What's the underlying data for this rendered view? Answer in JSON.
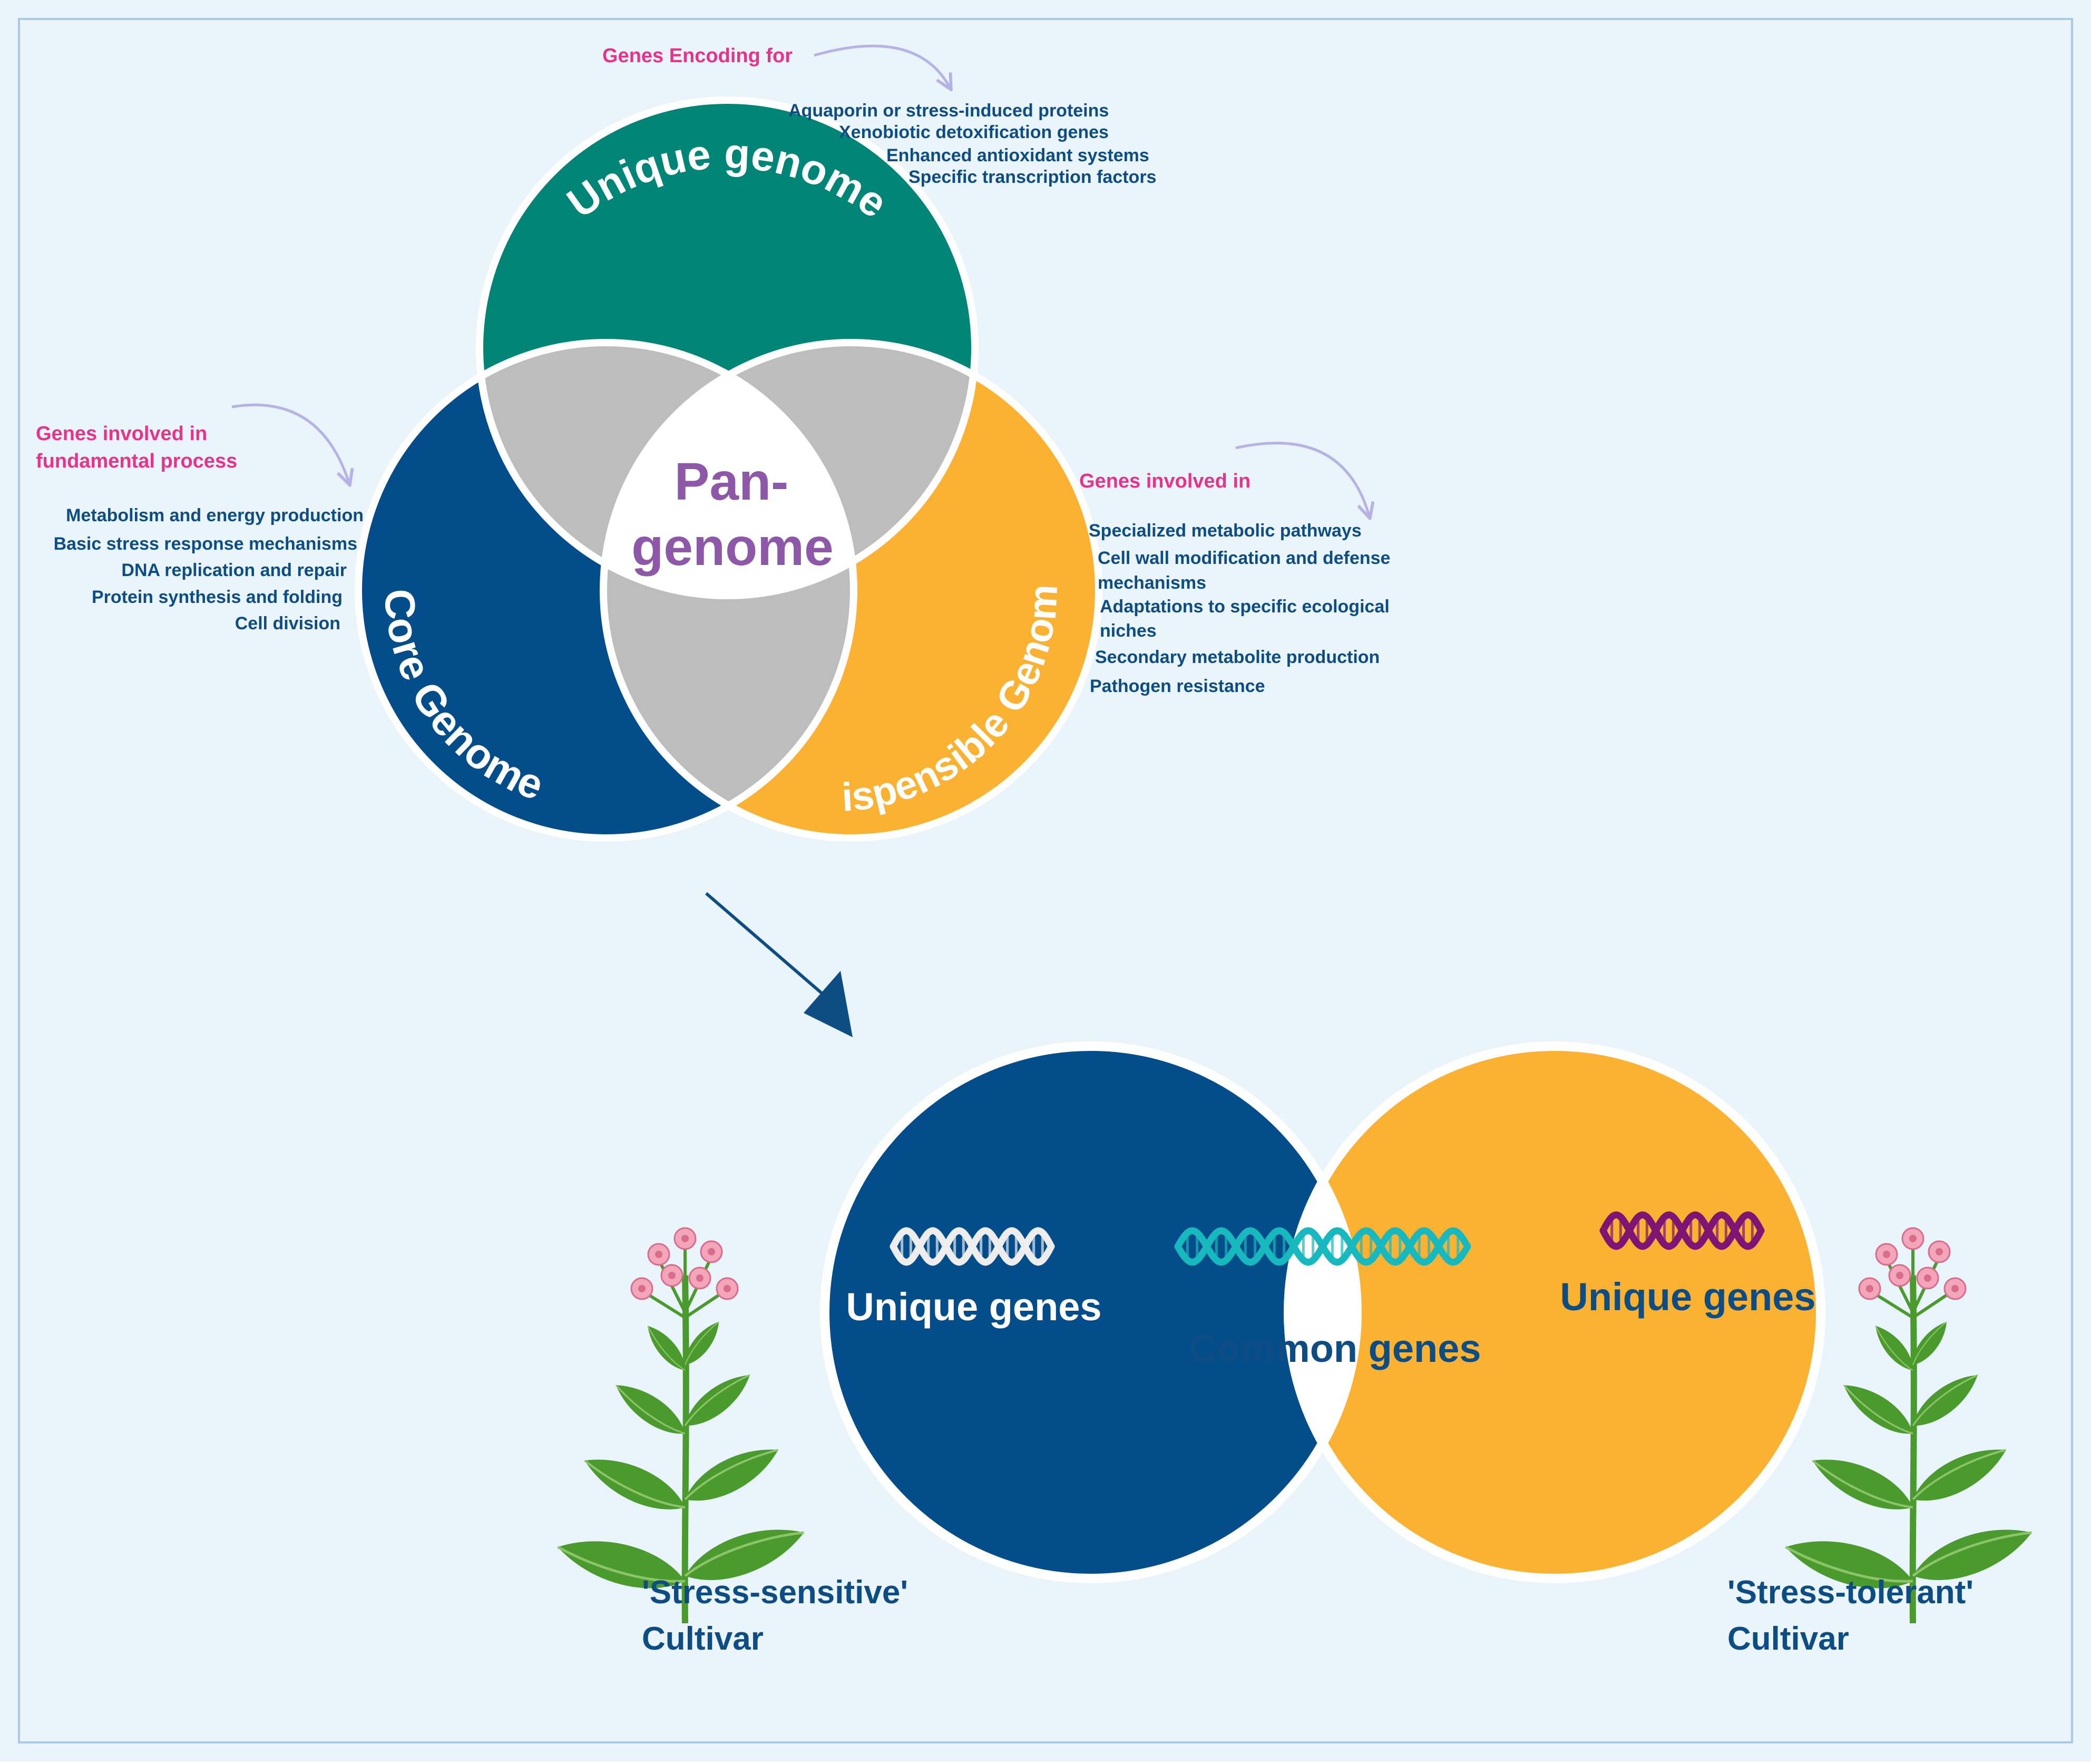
{
  "colors": {
    "background": "#EAF4FB",
    "frame": "#A9C9E6",
    "unique_genome": "#008577",
    "core_genome": "#034E8A",
    "dispensable_genome": "#FBB232",
    "overlap": "#BDBDBD",
    "center": "#FFFFFF",
    "pangenome_text": "#8E58A8",
    "header_pink": "#E6338B",
    "list_blue": "#0E4D84",
    "arrow_lilac": "#B7B1E6",
    "arrow_dark": "#0E4D84",
    "dna_white": "#EDEDED",
    "dna_teal": "#17B8BE",
    "dna_purple": "#7E1474",
    "leaf_green": "#4A9A2D",
    "flower_pink": "#F3A6B9"
  },
  "pangenome": {
    "unique_label": "Unique genome",
    "core_label": "Core Genome",
    "dispensable_label": "Dispensible Genome",
    "center_line1": "Pan-",
    "center_line2": "genome"
  },
  "unique_notes": {
    "header": "Genes Encoding for",
    "items": [
      "Aquaporin or stress-induced proteins",
      "Xenobiotic detoxification genes",
      "Enhanced antioxidant systems",
      "Specific transcription factors"
    ]
  },
  "core_notes": {
    "header_line1": "Genes involved in",
    "header_line2": "fundamental process",
    "items": [
      "Metabolism and energy production",
      "Basic stress response mechanisms",
      "DNA replication and repair",
      "Protein synthesis and folding",
      "Cell division"
    ]
  },
  "dispensable_notes": {
    "header": "Genes involved in",
    "items": [
      "Specialized metabolic pathways",
      "Cell wall modification and defense",
      "mechanisms",
      "Adaptations to specific ecological",
      "niches",
      "Secondary metabolite production",
      "Pathogen resistance"
    ]
  },
  "comparison": {
    "left_label": "Unique genes",
    "center_label": "Common genes",
    "right_label": "Unique genes",
    "left_cultivar_line1": "'Stress-sensitive'",
    "left_cultivar_line2": "Cultivar",
    "right_cultivar_line1": "'Stress-tolerant'",
    "right_cultivar_line2": "Cultivar"
  }
}
